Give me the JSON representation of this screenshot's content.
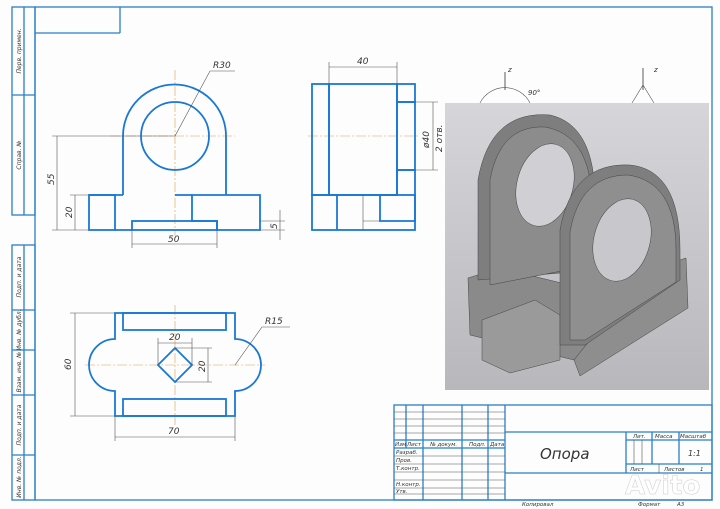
{
  "side_strip": {
    "cells": [
      "Перв. примен.",
      "Справ. №",
      "Подп. и дата",
      "Инв. № дубл.",
      "Взам. инв. №",
      "Подп. и дата",
      "Инв. № подл."
    ]
  },
  "front_view": {
    "radius_label": "R30",
    "dim_height": "55",
    "dim_base": "20",
    "dim_width": "50",
    "dim_step": "5"
  },
  "side_view": {
    "dim_width": "40",
    "hole_label": "ø40",
    "hole_count": "2 отв."
  },
  "top_view": {
    "radius_label": "R15",
    "dim_square_w": "20",
    "dim_square_h": "20",
    "dim_height": "60",
    "dim_width": "70"
  },
  "iso_view": {
    "axis_label": "z",
    "angle_label": "90°"
  },
  "title_block": {
    "headers": [
      "Изм",
      "Лист",
      "№ докум.",
      "Подп.",
      "Дата"
    ],
    "roles": [
      "Разраб.",
      "Пров.",
      "Т.контр.",
      "Н.контр.",
      "Утв."
    ],
    "name": "Опора",
    "lit": "Лит.",
    "mass": "Масса",
    "scale_label": "Масштаб",
    "scale": "1:1",
    "sheet": "Лист",
    "sheets": "Листов",
    "sheets_count": "1",
    "copied": "Копировал",
    "format_label": "Формат",
    "format": "A3"
  },
  "watermark": "Avito",
  "colors": {
    "line": "#1a78d4",
    "frame": "#2a7fc8",
    "centerline": "#d8a050"
  }
}
